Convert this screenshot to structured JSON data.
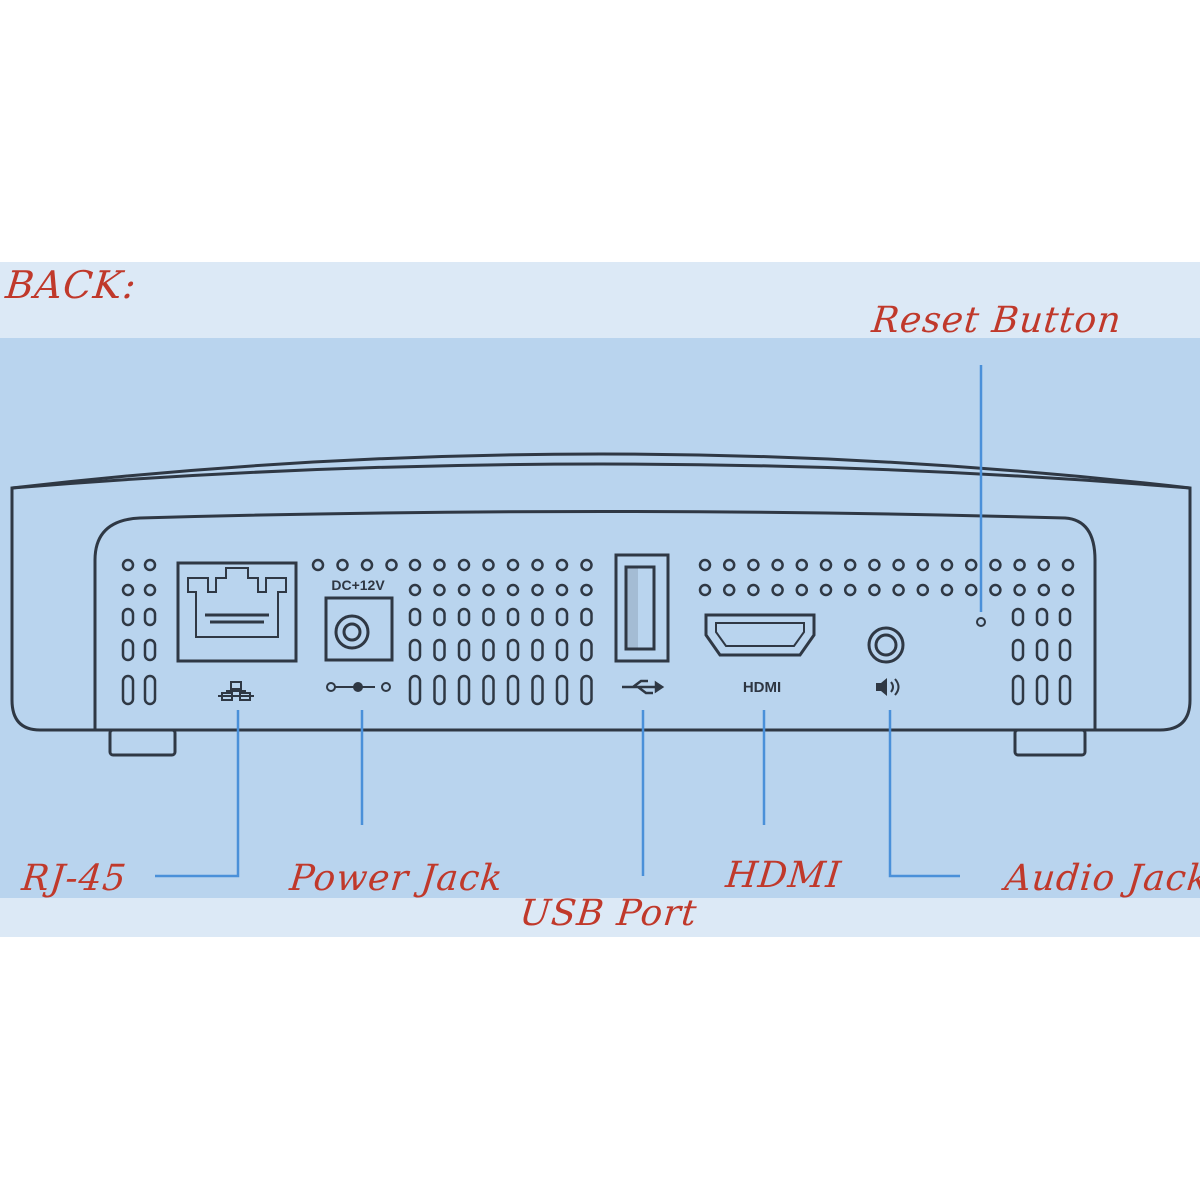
{
  "title": "BACK:",
  "port_markings": {
    "power_rating": "DC+12V",
    "hdmi_logo": "HDMI"
  },
  "callouts": {
    "reset": "Reset Button",
    "rj45": "RJ-45",
    "power": "Power Jack",
    "usb": "USB Port",
    "hdmi": "HDMI",
    "audio": "Audio Jack"
  },
  "colors": {
    "band": "#dce9f6",
    "panel": "#b9d4ee",
    "outline": "#2f3844",
    "label": "#c0392b",
    "leader": "#4a90d9"
  }
}
